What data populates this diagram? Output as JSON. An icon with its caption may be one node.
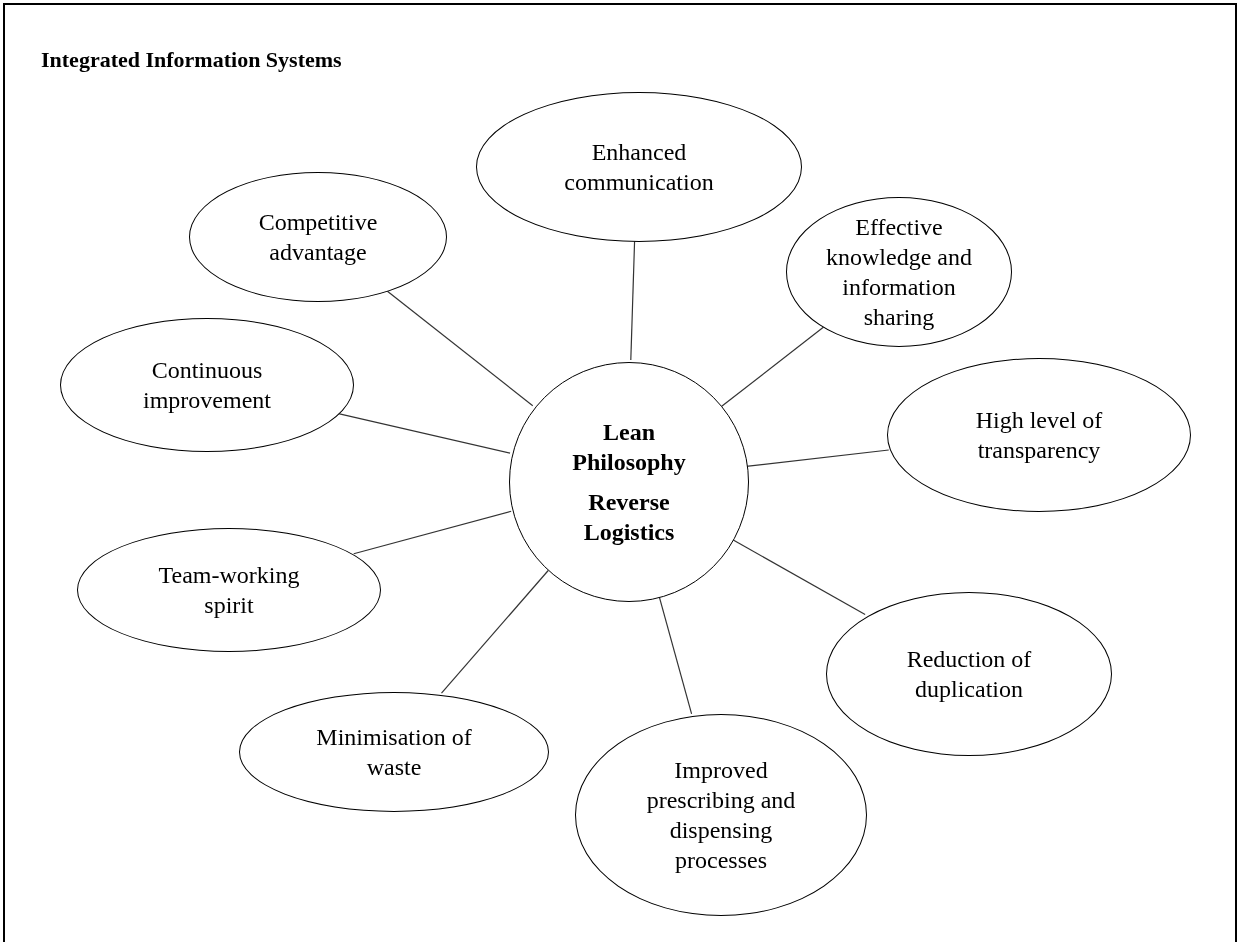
{
  "diagram": {
    "nodes": [
      {
        "text": [
          "Integrated Information Systems"
        ]
      },
      {
        "text": [
          "Enhanced communication"
        ],
        "in": 0
      },
      {
        "text": [
          "Competitive advantage"
        ],
        "in": 0
      },
      {
        "text": [
          "Effective knowledge and information sharing"
        ],
        "in": 0
      },
      {
        "text": [
          "Continuous improvement"
        ],
        "in": 0
      },
      {
        "text": [
          "Lean Philosophy",
          "Reverse Logistics"
        ],
        "in": 0
      },
      {
        "text": [
          "High level of transparency"
        ],
        "in": 0
      },
      {
        "text": [
          "Team-working spirit"
        ],
        "in": 0
      },
      {
        "text": [
          "Reduction of duplication"
        ],
        "in": 0
      },
      {
        "text": [
          "Minimisation of waste"
        ],
        "in": 0
      },
      {
        "text": [
          "Improved prescribing and dispensing processes"
        ],
        "in": 0
      }
    ],
    "edges": [
      {
        "from": 5,
        "to": 1,
        "arrow": "none"
      },
      {
        "from": 5,
        "to": 2,
        "arrow": "none"
      },
      {
        "from": 5,
        "to": 3,
        "arrow": "none"
      },
      {
        "from": 5,
        "to": 4,
        "arrow": "none"
      },
      {
        "from": 5,
        "to": 6,
        "arrow": "none"
      },
      {
        "from": 5,
        "to": 7,
        "arrow": "none"
      },
      {
        "from": 5,
        "to": 8,
        "arrow": "none"
      },
      {
        "from": 5,
        "to": 9,
        "arrow": "none"
      },
      {
        "from": 5,
        "to": 10,
        "arrow": "none"
      }
    ]
  }
}
